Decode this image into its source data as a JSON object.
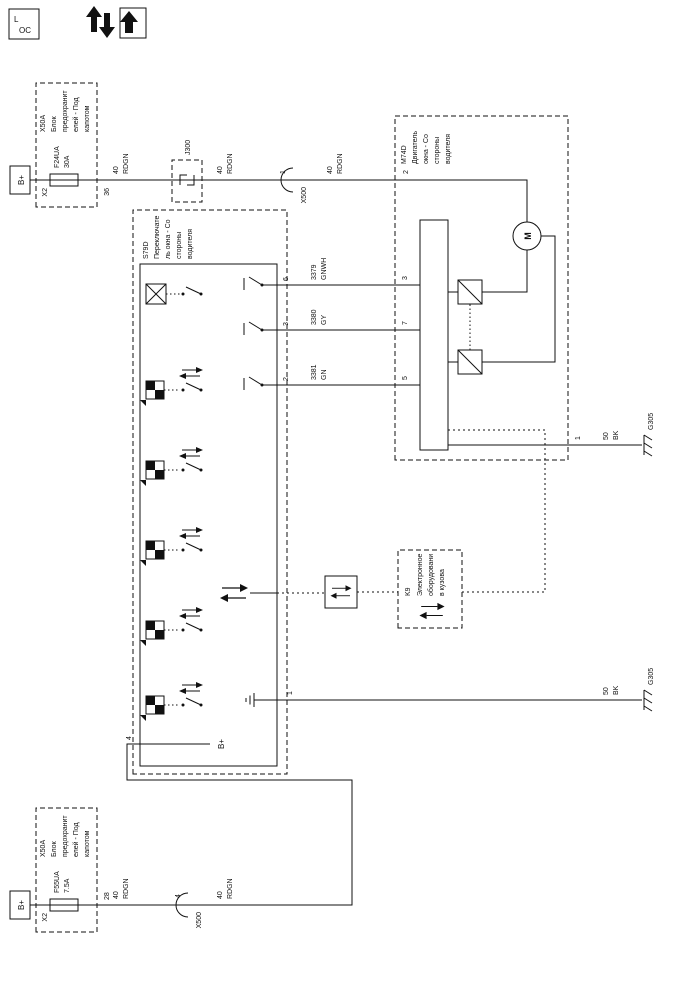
{
  "icons": {
    "loc_line1": "L",
    "loc_line2": "OC"
  },
  "feed_motor": {
    "bplus": "B+",
    "fuse_box": {
      "id": "X50A",
      "desc": [
        "Блок",
        "предохранит",
        "елей - Под",
        "капотом"
      ],
      "fuse": "F24UA",
      "rating": "30A",
      "conn": "X2",
      "cavity": "36"
    },
    "wire": {
      "circuit": "40",
      "color": "RDGN"
    },
    "splice": "J300",
    "connector": {
      "id": "X500",
      "pin": "1"
    },
    "motor_pin": "2"
  },
  "feed_switch": {
    "bplus": "B+",
    "fuse_box": {
      "id": "X50A",
      "desc": [
        "Блок",
        "предохранит",
        "елей - Под",
        "капотом"
      ],
      "fuse": "F55UA",
      "rating": "7.5A",
      "conn": "X2",
      "cavity": "28"
    },
    "wire": {
      "circuit": "40",
      "color": "RDGN"
    },
    "connector": {
      "id": "X500",
      "pin": "4"
    }
  },
  "switch": {
    "id": "S79D",
    "desc": [
      "Переключате",
      "ль окна - Со",
      "стороны",
      "водителя"
    ],
    "bplus": "B+",
    "feed_pin": "4",
    "pins": [
      "6",
      "3",
      "2"
    ],
    "ground": {
      "pin": "1",
      "circuit": "50",
      "color": "BK",
      "name": "G305"
    }
  },
  "motor": {
    "id": "M74D",
    "desc": [
      "Двигатель",
      "окна - Со",
      "стороны",
      "водителя"
    ],
    "pins": [
      "3",
      "7",
      "5"
    ],
    "motor_letter": "M",
    "ground": {
      "pin": "1",
      "circuit": "50",
      "color": "BK",
      "name": "G305"
    }
  },
  "wires": [
    {
      "circuit": "3379",
      "color": "GNWH"
    },
    {
      "circuit": "3380",
      "color": "GY"
    },
    {
      "circuit": "3381",
      "color": "GN"
    }
  ],
  "k9": {
    "id": "K9",
    "desc": [
      "Электронное",
      "оборудовани",
      "в кузова"
    ]
  }
}
